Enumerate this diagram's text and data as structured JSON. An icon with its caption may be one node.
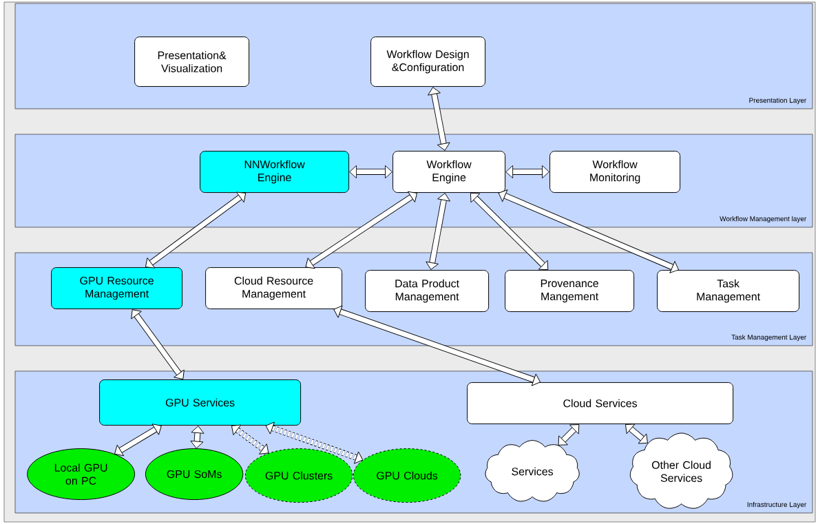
{
  "diagram": {
    "nodes": [
      {
        "text": [
          "Presentation Layer"
        ]
      },
      {
        "text": [
          "Presentation& Visualization"
        ],
        "in": 0
      },
      {
        "text": [
          "Workflow Design &Configuration"
        ],
        "in": 0
      },
      {
        "text": [
          "Workflow Management layer"
        ]
      },
      {
        "text": [
          "NNWorkflow Engine"
        ],
        "in": 3
      },
      {
        "text": [
          "Workflow Engine"
        ],
        "in": 3
      },
      {
        "text": [
          "Workflow Monitoring"
        ],
        "in": 3
      },
      {
        "text": [
          "Task Management Layer"
        ]
      },
      {
        "text": [
          "GPU Resource Management"
        ],
        "in": 7
      },
      {
        "text": [
          "Cloud Resource Management"
        ],
        "in": 7
      },
      {
        "text": [
          "Data Product Management"
        ],
        "in": 7
      },
      {
        "text": [
          "Provenance Mangement"
        ],
        "in": 7
      },
      {
        "text": [
          "Task Management"
        ],
        "in": 7
      },
      {
        "text": [
          "Infrastructure Layer"
        ]
      },
      {
        "text": [
          "GPU Services"
        ],
        "in": 13
      },
      {
        "text": [
          "Cloud Services"
        ],
        "in": 13
      },
      {
        "text": [
          "Local GPU on PC"
        ],
        "in": 13
      },
      {
        "text": [
          "GPU SoMs"
        ],
        "in": 13
      },
      {
        "text": [
          "GPU Clusters"
        ],
        "in": 13
      },
      {
        "text": [
          "GPU Clouds"
        ],
        "in": 13
      },
      {
        "text": [
          "Services"
        ],
        "in": 13
      },
      {
        "text": [
          "Other Cloud Services"
        ],
        "in": 13
      }
    ],
    "edges": [
      {
        "from": 2,
        "to": 5,
        "arrow": "both"
      },
      {
        "from": 4,
        "to": 5,
        "arrow": "both"
      },
      {
        "from": 5,
        "to": 6,
        "arrow": "both"
      },
      {
        "from": 4,
        "to": 8,
        "arrow": "both"
      },
      {
        "from": 5,
        "to": 9,
        "arrow": "both"
      },
      {
        "from": 5,
        "to": 10,
        "arrow": "both"
      },
      {
        "from": 5,
        "to": 11,
        "arrow": "both"
      },
      {
        "from": 5,
        "to": 12,
        "arrow": "both"
      },
      {
        "from": 8,
        "to": 14,
        "arrow": "both"
      },
      {
        "from": 9,
        "to": 15,
        "arrow": "both"
      },
      {
        "from": 14,
        "to": 16,
        "arrow": "both"
      },
      {
        "from": 14,
        "to": 17,
        "arrow": "both"
      },
      {
        "from": 14,
        "to": 18,
        "arrow": "both",
        "style": "dashed"
      },
      {
        "from": 14,
        "to": 19,
        "arrow": "both",
        "style": "dashed"
      },
      {
        "from": 15,
        "to": 20,
        "arrow": "both"
      },
      {
        "from": 15,
        "to": 21,
        "arrow": "both"
      }
    ]
  }
}
